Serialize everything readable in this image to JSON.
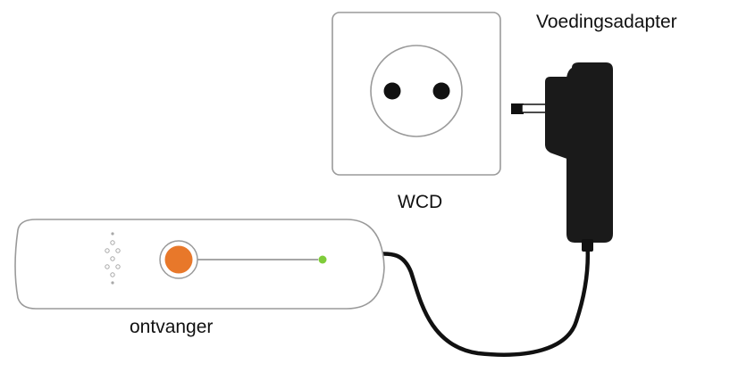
{
  "labels": {
    "adapter": "Voedingsadapter",
    "socket": "WCD",
    "receiver": "ontvanger"
  },
  "colors": {
    "outline": "#9a9a9a",
    "adapter_body": "#1a1a1a",
    "cable": "#111111",
    "button_fill": "#e8782a",
    "indicator_led": "#7fcc3a"
  },
  "icons": {
    "socket": "wall-socket-icon",
    "adapter": "power-adapter-icon",
    "receiver": "receiver-device-icon"
  }
}
